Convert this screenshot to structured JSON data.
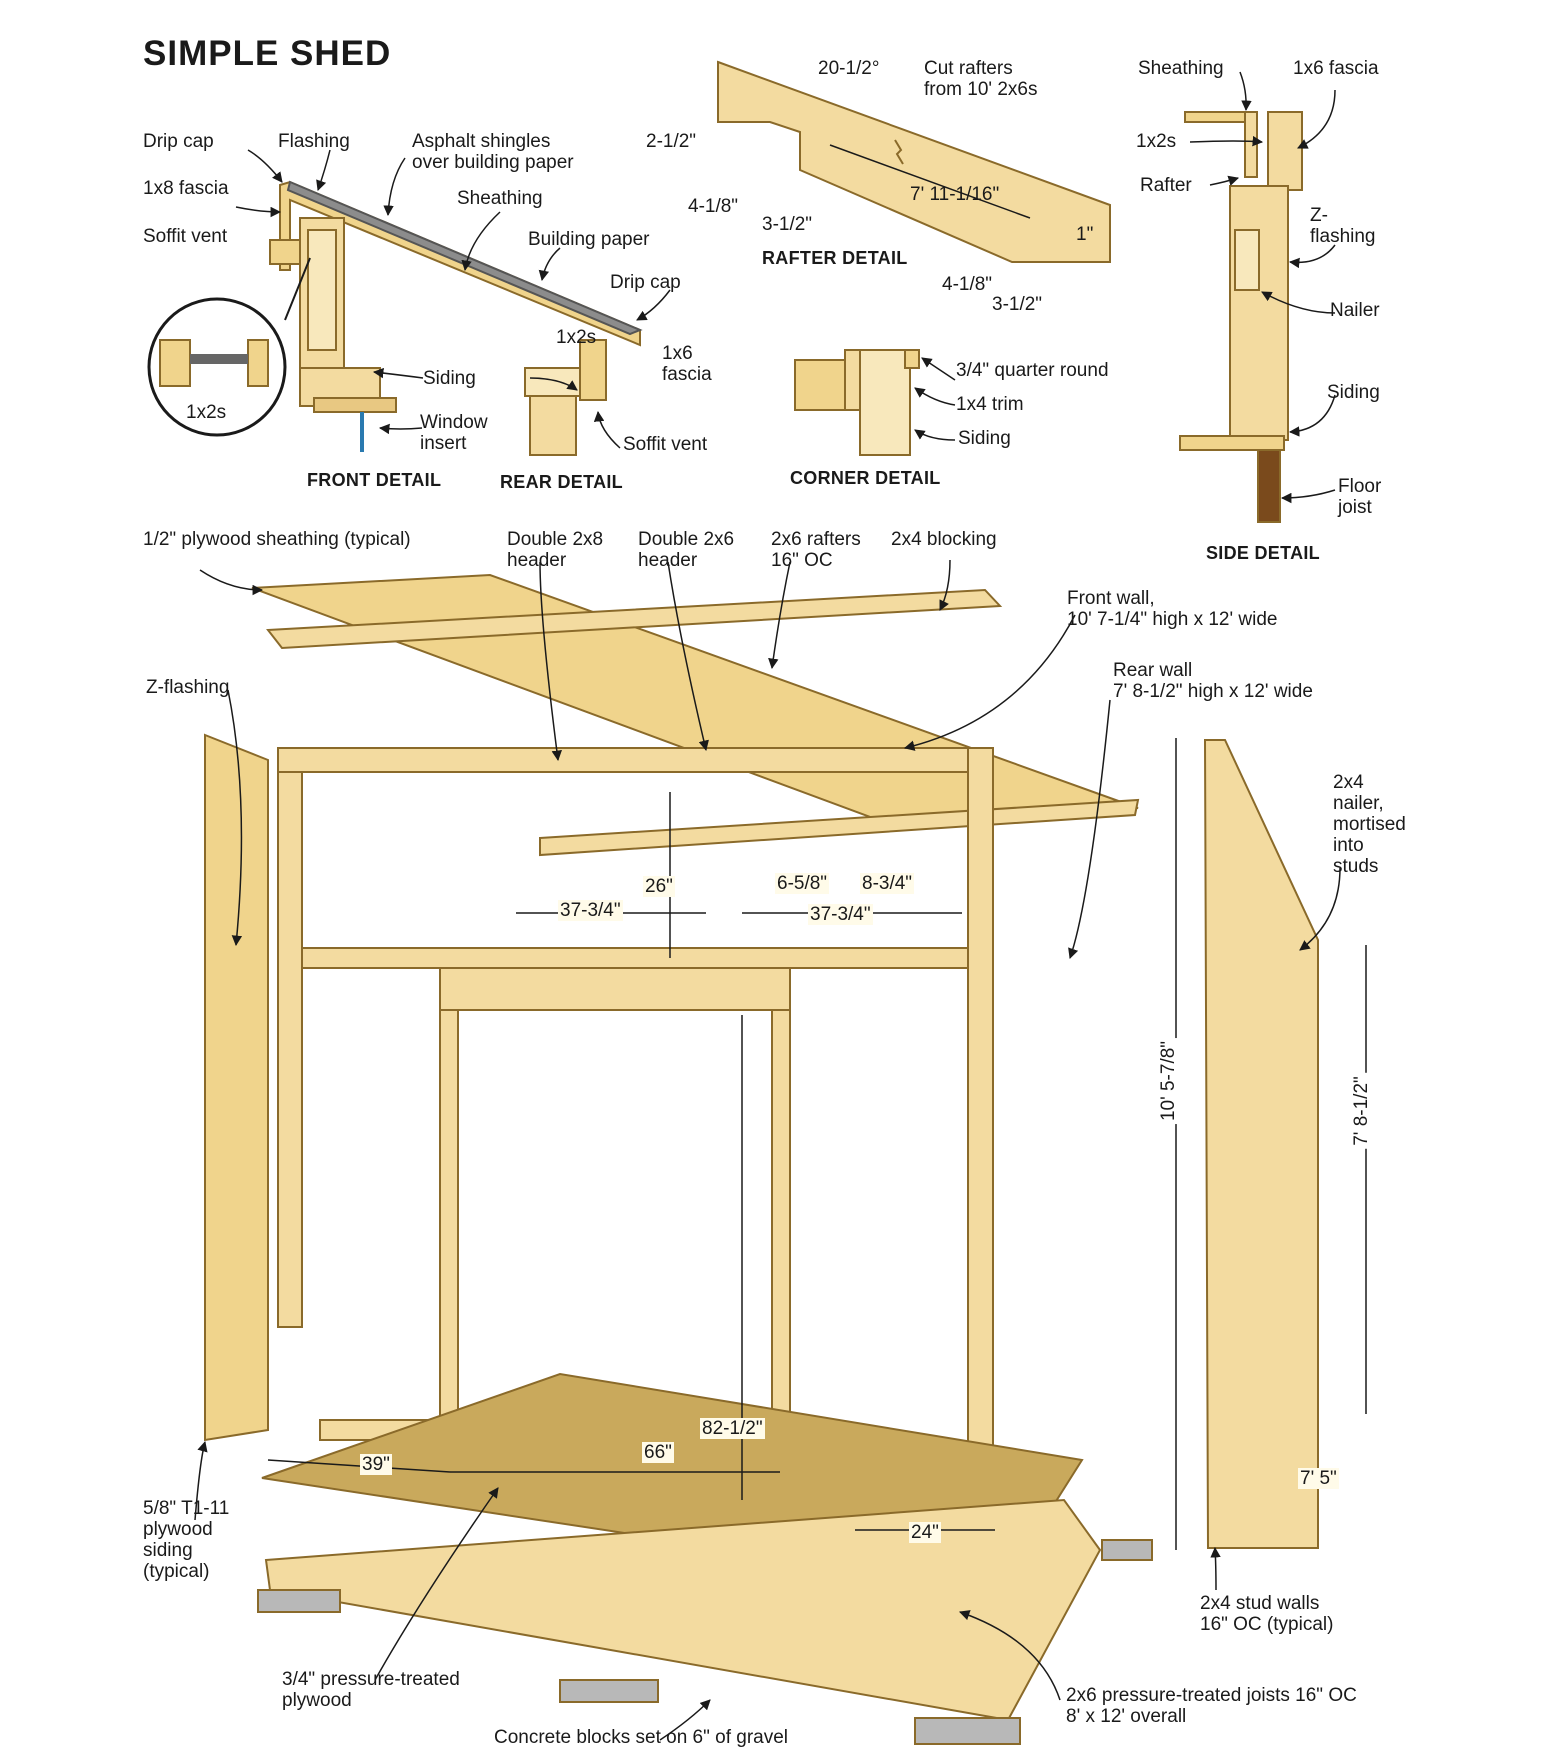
{
  "title": "SIMPLE SHED",
  "captions": {
    "front_detail": "FRONT DETAIL",
    "rear_detail": "REAR DETAIL",
    "rafter_detail": "RAFTER DETAIL",
    "corner_detail": "CORNER DETAIL",
    "side_detail": "SIDE DETAIL"
  },
  "front_rear_labels": {
    "drip_cap": "Drip cap",
    "flashing": "Flashing",
    "asphalt": "Asphalt shingles\nover building paper",
    "fascia_1x8": "1x8 fascia",
    "sheathing": "Sheathing",
    "soffit_vent_left": "Soffit vent",
    "building_paper": "Building paper",
    "drip_cap_right": "Drip cap",
    "x1x2s_rear": "1x2s",
    "fascia_1x6": "1x6\nfascia",
    "siding": "Siding",
    "window_insert": "Window\ninsert",
    "soffit_vent_right": "Soffit vent",
    "x1x2s_circle": "1x2s"
  },
  "rafter_labels": {
    "angle": "20-1/2°",
    "cut_note": "Cut rafters\nfrom 10' 2x6s",
    "d_2_1_2": "2-1/2\"",
    "d_4_1_8_a": "4-1/8\"",
    "d_3_1_2_a": "3-1/2\"",
    "length": "7' 11-1/16\"",
    "d_1": "1\"",
    "d_4_1_8_b": "4-1/8\"",
    "d_3_1_2_b": "3-1/2\""
  },
  "corner_labels": {
    "quarter_round": "3/4\" quarter round",
    "trim": "1x4 trim",
    "siding": "Siding"
  },
  "side_labels": {
    "sheathing": "Sheathing",
    "fascia": "1x6 fascia",
    "x1x2s": "1x2s",
    "rafter": "Rafter",
    "z_flashing": "Z-\nflashing",
    "nailer": "Nailer",
    "siding": "Siding",
    "floor_joist": "Floor\njoist"
  },
  "main_labels": {
    "plywood_sheathing": "1/2\" plywood sheathing (typical)",
    "double_2x8": "Double 2x8\nheader",
    "double_2x6": "Double 2x6\nheader",
    "rafters": "2x6 rafters\n16\" OC",
    "blocking": "2x4 blocking",
    "front_wall": "Front wall,\n10' 7-1/4\" high x 12' wide",
    "rear_wall": "Rear wall\n7' 8-1/2\" high x 12' wide",
    "z_flashing": "Z-flashing",
    "nailer": "2x4\nnailer,\nmortised\ninto\nstuds",
    "t1_11": "5/8\" T1-11\nplywood\nsiding\n(typical)",
    "stud_walls": "2x4 stud walls\n16\" OC (typical)",
    "pt_plywood": "3/4\" pressure-treated\nplywood",
    "concrete": "Concrete blocks set on 6\" of gravel",
    "joists": "2x6 pressure-treated joists 16\" OC\n8' x 12' overall"
  },
  "dimensions": {
    "d26": "26\"",
    "d6_5_8": "6-5/8\"",
    "d8_3_4": "8-3/4\"",
    "d37_3_4_left": "37-3/4\"",
    "d37_3_4_right": "37-3/4\"",
    "d82_1_2": "82-1/2\"",
    "d39": "39\"",
    "d66": "66\"",
    "d24": "24\"",
    "d7_5": "7' 5\"",
    "front_height": "10' 5-7/8\"",
    "rear_height": "7' 8-1/2\""
  }
}
